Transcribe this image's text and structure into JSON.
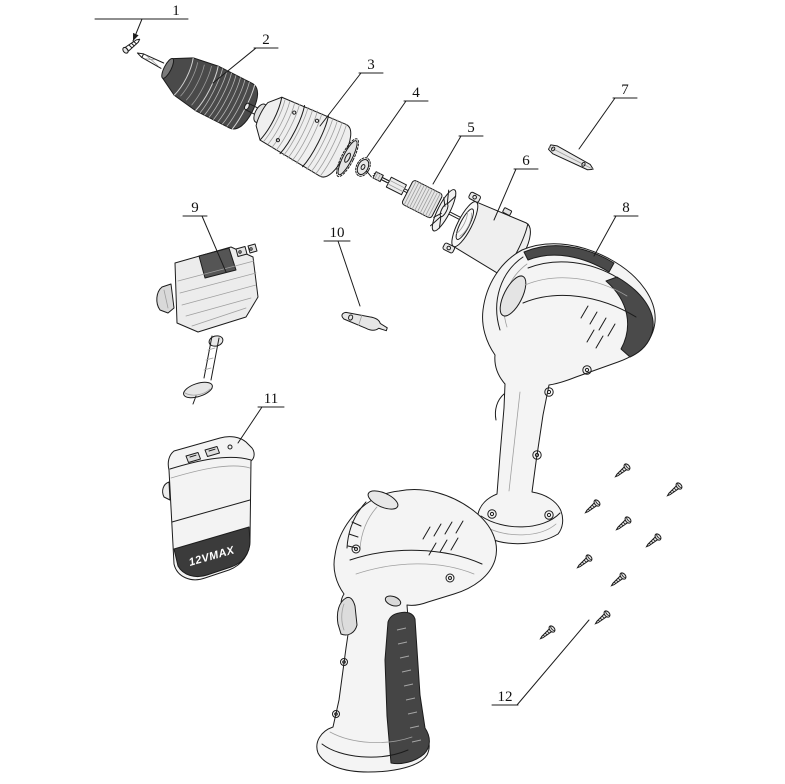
{
  "page": {
    "background": "#ffffff",
    "kind": "exploded-parts-diagram"
  },
  "diagram": {
    "battery_text": "12VMAX",
    "callouts": [
      {
        "number": "1",
        "part": "bit-screw"
      },
      {
        "number": "2",
        "part": "chuck"
      },
      {
        "number": "3",
        "part": "gearbox"
      },
      {
        "number": "4",
        "part": "pinion-gear"
      },
      {
        "number": "5",
        "part": "rotor-armature"
      },
      {
        "number": "6",
        "part": "motor-stator"
      },
      {
        "number": "7",
        "part": "clip"
      },
      {
        "number": "8",
        "part": "housing-right-half"
      },
      {
        "number": "9",
        "part": "switch-assembly"
      },
      {
        "number": "10",
        "part": "selector-lever"
      },
      {
        "number": "11",
        "part": "battery-pack"
      },
      {
        "number": "12",
        "part": "screw-set"
      }
    ]
  }
}
